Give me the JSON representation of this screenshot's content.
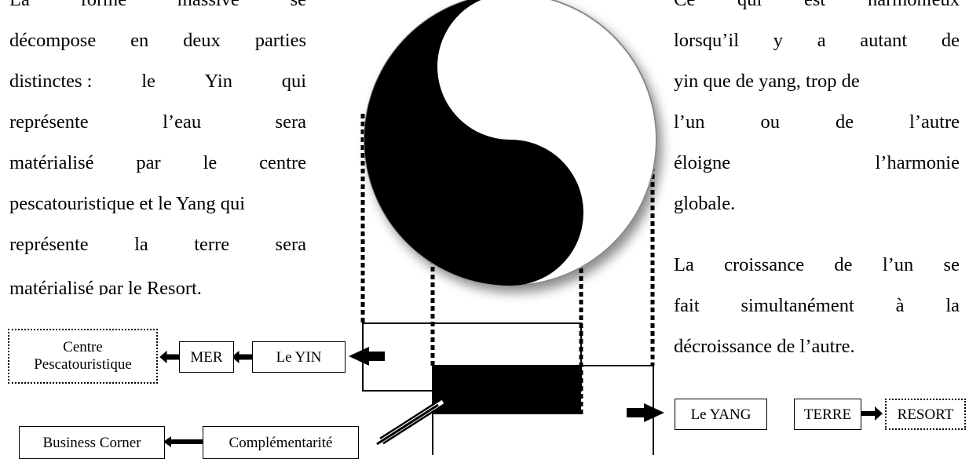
{
  "left_paragraph": {
    "lines": [
      [
        "La",
        "forme",
        "massive",
        "se"
      ],
      [
        "décompose",
        "en",
        "deux",
        "parties"
      ],
      [
        "distinctes :",
        "le",
        "Yin",
        "qui"
      ],
      [
        "représente",
        "l’eau",
        "sera"
      ],
      [
        "matérialisé",
        "par",
        "le",
        "centre"
      ],
      [
        "pescatouristique et le Yang qui"
      ],
      [
        "représente",
        "la",
        "terre",
        "sera"
      ],
      [
        "matérialisé par le Resort."
      ]
    ]
  },
  "right_paragraph": {
    "lines": [
      [
        "Ce",
        "qui",
        "est",
        "harmonieux"
      ],
      [
        "lorsqu’il",
        "y",
        "a",
        "autant",
        "de"
      ],
      [
        "yin que de yang, trop de"
      ],
      [
        "l’un",
        "ou",
        "de",
        "l’autre"
      ],
      [
        "éloigne",
        "l’harmonie"
      ],
      [
        "globale."
      ]
    ]
  },
  "right_paragraph_2": {
    "lines": [
      [
        "La",
        "croissance",
        "de",
        "l’un",
        "se"
      ],
      [
        "fait",
        "simultanément",
        "à",
        "la"
      ],
      [
        "décroissance de l’autre."
      ]
    ]
  },
  "diagram": {
    "yin_chain": [
      "Le YIN",
      "MER",
      "Centre Pescatouristique"
    ],
    "yang_chain": [
      "Le YANG",
      "TERRE",
      "RESORT"
    ],
    "complement_chain": [
      "Complémentarité",
      "Business Corner"
    ]
  },
  "colors": {
    "ink": "#000000",
    "paper": "#ffffff",
    "border": "#555555"
  }
}
